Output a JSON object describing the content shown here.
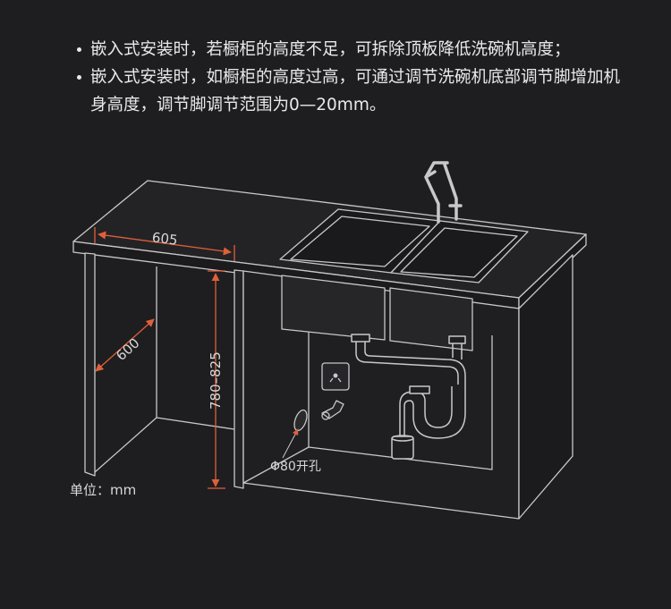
{
  "notes": [
    "嵌入式安装时，若橱柜的高度不足，可拆除顶板降低洗碗机高度；",
    "嵌入式安装时，如橱柜的高度过高，可通过调节洗碗机底部调节脚增加机身高度，调节脚调节范围为0—20mm。"
  ],
  "diagram": {
    "width_label": "605",
    "depth_label": "600",
    "height_label": "780–825",
    "hole_label": "Φ80开孔",
    "unit_label": "单位：mm"
  },
  "colors": {
    "background": "#1e1e20",
    "text": "#e9e9e9",
    "line": "#c8c8c8",
    "dimension": "#e0603a"
  }
}
